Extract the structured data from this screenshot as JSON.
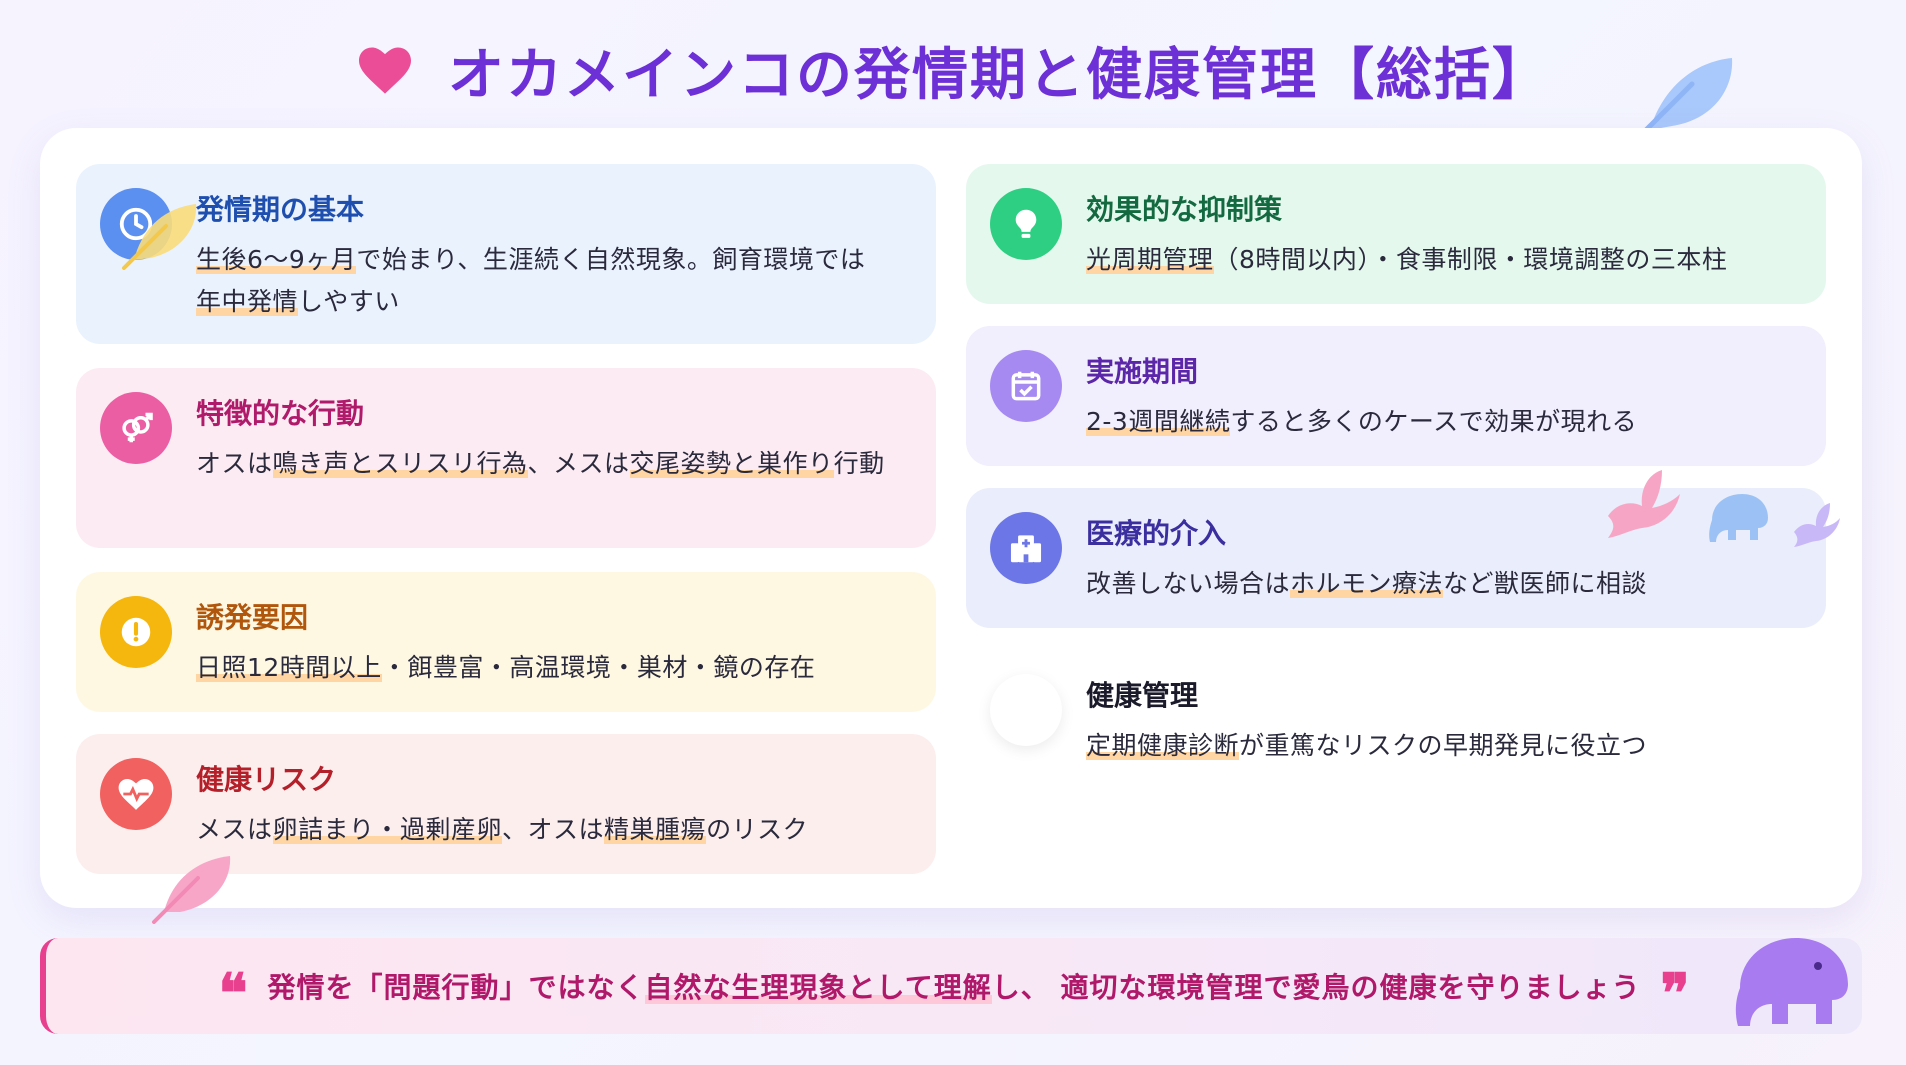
{
  "page": {
    "title": "オカメインコの発情期と健康管理【総括】"
  },
  "cards": {
    "basic": {
      "title": "発情期の基本",
      "body_a": "生後6〜9ヶ月",
      "body_b": "で始まり、生涯続く自然現象。飼育環境では",
      "body_c": "年中発情",
      "body_d": "しやすい",
      "icon": "clock-icon"
    },
    "behavior": {
      "title": "特徴的な行動",
      "body_a": "オスは",
      "body_b": "鳴き声とスリスリ行為",
      "body_c": "、メスは",
      "body_d": "交尾姿勢と巣作り",
      "body_e": "行動",
      "icon": "gender-icon"
    },
    "trigger": {
      "title": "誘発要因",
      "body_a": "日照12時間以上",
      "body_b": "・餌豊富・高温環境・巣材・鏡の存在",
      "icon": "exclamation-icon"
    },
    "risk": {
      "title": "健康リスク",
      "body_a": "メスは",
      "body_b": "卵詰まり・過剰産卵",
      "body_c": "、オスは",
      "body_d": "精巣腫瘍",
      "body_e": "のリスク",
      "icon": "heart-pulse-icon"
    },
    "measure": {
      "title": "効果的な抑制策",
      "body_a": "光周期管理",
      "body_b": "（8時間以内）・食事制限・環境調整の三本柱",
      "icon": "lightbulb-icon"
    },
    "period": {
      "title": "実施期間",
      "body_a": "2-3週間継続",
      "body_b": "すると多くのケースで効果が現れる",
      "icon": "calendar-check-icon"
    },
    "medical": {
      "title": "医療的介入",
      "body_a": "改善しない場合は",
      "body_b": "ホルモン療法",
      "body_c": "など獣医師に相談",
      "icon": "hospital-icon"
    },
    "health": {
      "title": "健康管理",
      "body_a": "定期健康診断",
      "body_b": "が重篤なリスクの早期発見に役立つ",
      "icon": "blank-icon"
    }
  },
  "quote": {
    "open_mark": "❝",
    "text_a": "発情を「問題行動」ではなく",
    "text_b": "自然な生理現象として理解",
    "text_c": "し、 適切な環境管理で愛鳥の健康を守りましょう",
    "close_mark": "❞"
  },
  "colors": {
    "title": "#6d2fd6",
    "accent_pink": "#e8408e",
    "highlight": "#ffd6a3"
  }
}
